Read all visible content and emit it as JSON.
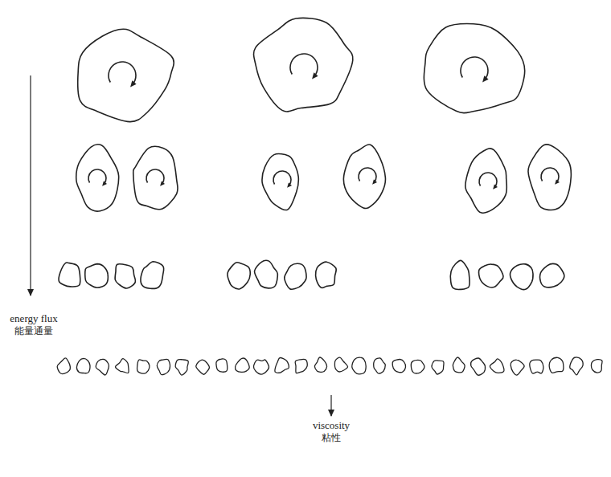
{
  "diagram": {
    "labels": [
      "energy flux",
      "能量通量",
      "viscosity",
      "粘性"
    ]
  }
}
